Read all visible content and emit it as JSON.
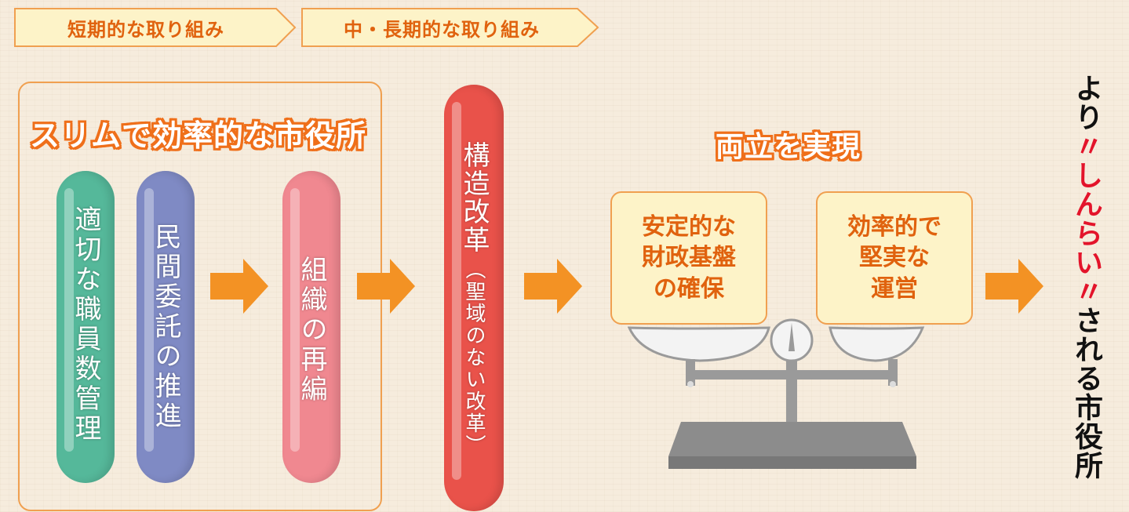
{
  "tabs": {
    "short_term": "短期的な取り組み",
    "mid_long_term": "中・長期的な取り組み"
  },
  "slim": {
    "title": "スリムで効率的な市役所",
    "pills": [
      {
        "label": "適切な職員数管理",
        "color": "#55b89a"
      },
      {
        "label": "民間委託の推進",
        "color": "#7f8ac4"
      },
      {
        "label": "組織の再編",
        "color": "#f08890"
      }
    ]
  },
  "reform": {
    "label": "構造改革",
    "sub": "（聖域のない改革）",
    "color": "#e9524a"
  },
  "balance": {
    "title": "両立を実現",
    "left_box": "安定的な\n財政基盤\nの確保",
    "right_box": "効率的で\n堅実な\n運営"
  },
  "conclusion": {
    "pre": "より",
    "open_quote": "〃",
    "highlight": "しんらい",
    "close_quote": "〃",
    "post": "される市役所"
  },
  "colors": {
    "accent_orange": "#f39224",
    "frame_orange": "#f0a050",
    "text_orange": "#e0620e",
    "highlight_red": "#e3142b",
    "box_fill": "#fdf3c8"
  }
}
